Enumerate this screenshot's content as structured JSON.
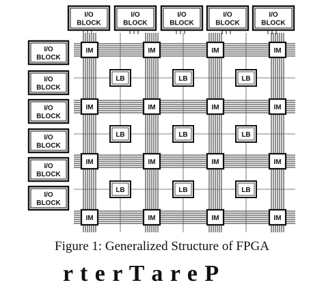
{
  "diagram": {
    "io_block_label_top": "I/O",
    "io_block_label_bottom": "BLOCK",
    "interconnect_label": "IM",
    "logic_block_label": "LB",
    "top_io_block_count": 5,
    "left_io_block_count": 6,
    "interconnect_rows": 4,
    "interconnect_cols": 4,
    "logic_block_rows": 3,
    "logic_block_cols": 3
  },
  "caption": "Figure 1: Generalized Structure of FPGA",
  "cut_heading": "r    t    e    r    T    a    r    e    P"
}
